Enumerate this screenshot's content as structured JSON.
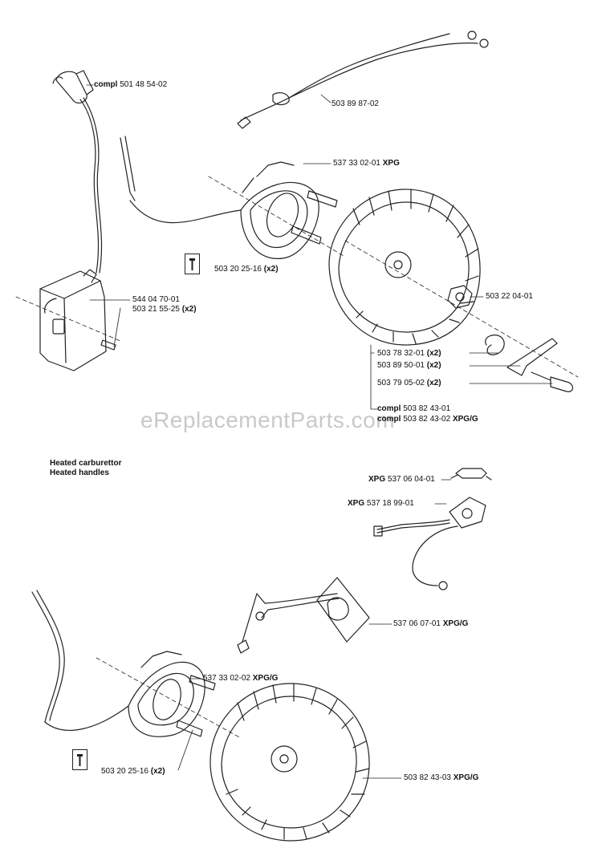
{
  "watermark": "eReplacementParts.com",
  "section_heading": {
    "line1": "Heated carburettor",
    "line2": "Heated handles"
  },
  "labels": {
    "plug_cap": {
      "prefix": "compl",
      "number": "501 48 54-02",
      "suffix": ""
    },
    "wire_harness": {
      "prefix": "",
      "number": "503 89 87-02",
      "suffix": ""
    },
    "stator_top": {
      "prefix": "",
      "number": "537 33 02-01",
      "suffix": "XPG"
    },
    "screw_top": {
      "prefix": "",
      "number": "503 20 25-16",
      "suffix": "(x2)"
    },
    "ignition_module": {
      "prefix": "",
      "number": "544 04 70-01",
      "suffix": ""
    },
    "module_screw": {
      "prefix": "",
      "number": "503 21 55-25",
      "suffix": "(x2)"
    },
    "nut": {
      "prefix": "",
      "number": "503 22 04-01",
      "suffix": ""
    },
    "spring": {
      "prefix": "",
      "number": "503 78 32-01",
      "suffix": "(x2)"
    },
    "pawl": {
      "prefix": "",
      "number": "503 89 50-01",
      "suffix": "(x2)"
    },
    "pawl_screw": {
      "prefix": "",
      "number": "503 79 05-02",
      "suffix": "(x2)"
    },
    "flywheel_a": {
      "prefix": "compl",
      "number": "503 82 43-01",
      "suffix": ""
    },
    "flywheel_b": {
      "prefix": "compl",
      "number": "503 82 43-02",
      "suffix": "XPG/G"
    },
    "bracket": {
      "prefix": "XPG",
      "number": "537 06 04-01",
      "suffix": ""
    },
    "thermostat": {
      "prefix": "XPG",
      "number": "537 18 99-01",
      "suffix": ""
    },
    "heater_element": {
      "prefix": "",
      "number": "537 06 07-01",
      "suffix": "XPG/G"
    },
    "stator_bottom": {
      "prefix": "",
      "number": "537 33 02-02",
      "suffix": "XPG/G"
    },
    "screw_bottom": {
      "prefix": "",
      "number": "503 20 25-16",
      "suffix": "(x2)"
    },
    "flywheel_bottom": {
      "prefix": "",
      "number": "503 82 43-03",
      "suffix": "XPG/G"
    }
  }
}
